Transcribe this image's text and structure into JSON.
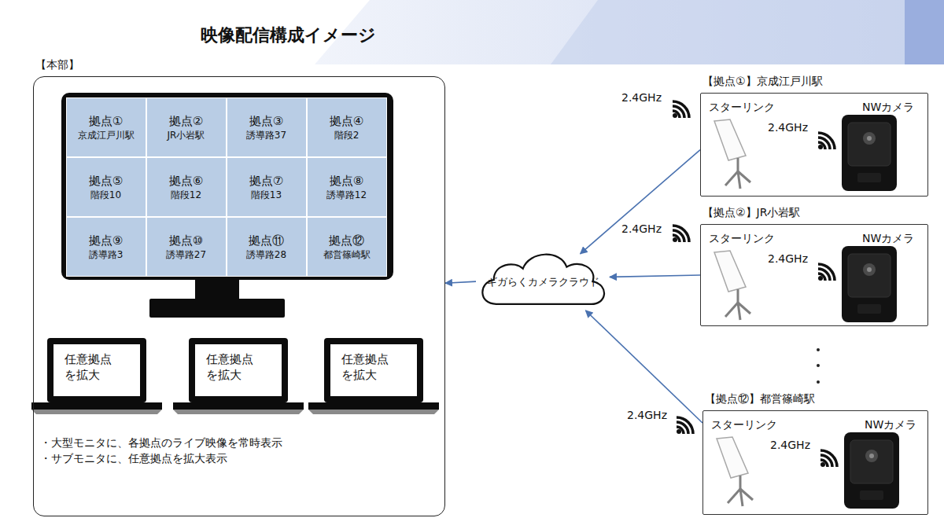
{
  "diagram": {
    "title": "映像配信構成イメージ",
    "nodes": [
      {
        "text": [
          "【本部】"
        ]
      },
      {
        "text": [
          "拠点①",
          "京成江戸川駅"
        ],
        "in": 0
      },
      {
        "text": [
          "拠点②",
          "JR小岩駅"
        ],
        "in": 0
      },
      {
        "text": [
          "拠点③",
          "誘導路37"
        ],
        "in": 0
      },
      {
        "text": [
          "拠点④",
          "階段2"
        ],
        "in": 0
      },
      {
        "text": [
          "拠点⑤",
          "階段10"
        ],
        "in": 0
      },
      {
        "text": [
          "拠点⑥",
          "階段12"
        ],
        "in": 0
      },
      {
        "text": [
          "拠点⑦",
          "階段13"
        ],
        "in": 0
      },
      {
        "text": [
          "拠点⑧",
          "誘導路12"
        ],
        "in": 0
      },
      {
        "text": [
          "拠点⑨",
          "誘導路3"
        ],
        "in": 0
      },
      {
        "text": [
          "拠点⑩",
          "誘導路27"
        ],
        "in": 0
      },
      {
        "text": [
          "拠点⑪",
          "誘導路28"
        ],
        "in": 0
      },
      {
        "text": [
          "拠点⑫",
          "都営篠崎駅"
        ],
        "in": 0
      },
      {
        "text": [
          "任意拠点 を拡大"
        ],
        "in": 0
      },
      {
        "text": [
          "任意拠点 を拡大"
        ],
        "in": 0
      },
      {
        "text": [
          "任意拠点 を拡大"
        ],
        "in": 0
      },
      {
        "text": [
          "ギガらくカメラクラウド"
        ]
      },
      {
        "text": [
          "【拠点①】京成江戸川駅",
          "スターリンク",
          "2.4GHz",
          "NWカメラ"
        ]
      },
      {
        "text": [
          "【拠点②】JR小岩駅",
          "スターリンク",
          "2.4GHz",
          "NWカメラ"
        ]
      },
      {
        "text": [
          "【拠点⑫】都営篠崎駅",
          "スターリンク",
          "2.4GHz",
          "NWカメラ"
        ]
      }
    ],
    "edges": [
      {
        "from": 17,
        "to": 16,
        "arrow": "to",
        "label": "2.4GHz"
      },
      {
        "from": 18,
        "to": 16,
        "arrow": "to",
        "label": "2.4GHz"
      },
      {
        "from": 19,
        "to": 16,
        "arrow": "to",
        "label": "2.4GHz"
      },
      {
        "from": 16,
        "to": 0,
        "arrow": "to"
      }
    ],
    "labels": [
      "・大型モニタに、各拠点のライブ映像を常時表示",
      "・サブモニタに、任意拠点を拡大表示"
    ]
  }
}
